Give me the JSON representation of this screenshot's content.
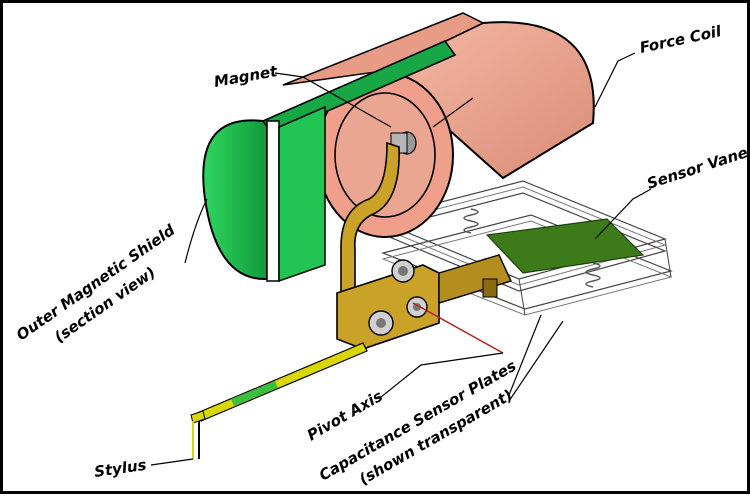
{
  "labels": {
    "magnet": "Magnet",
    "force_coil": "Force Coil",
    "sensor_vane": "Sensor Vane",
    "outer_shield_line1": "Outer Magnetic Shield",
    "outer_shield_line2": "(section view)",
    "pivot_axis": "Pivot Axis",
    "cap_plates_line1": "Capacitance Sensor Plates",
    "cap_plates_line2": "(shown transparent)",
    "stylus": "Stylus"
  },
  "colors": {
    "shield": "#1fbf4f",
    "shield_dark": "#0f8a33",
    "coil": "#f0a08a",
    "coil_dark": "#d27d66",
    "brass": "#c9a227",
    "brass_dark": "#8a6a12",
    "vane": "#3c7a1a",
    "stylus": "#d8d800",
    "plate_line": "#444444"
  }
}
